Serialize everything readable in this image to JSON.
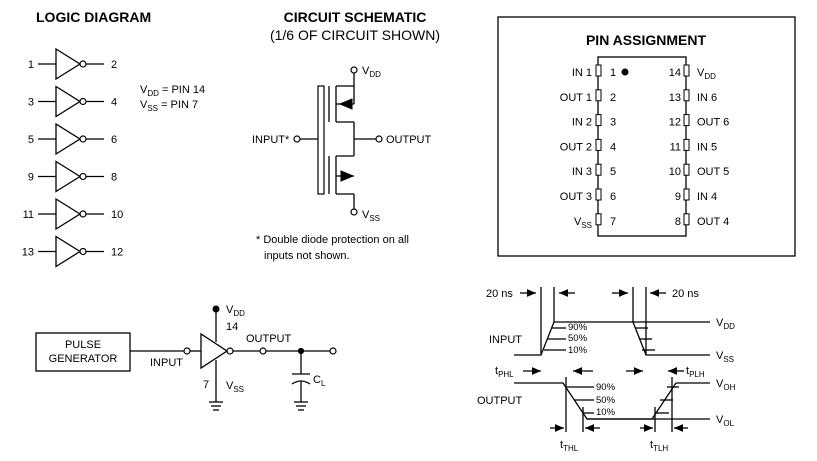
{
  "logic": {
    "title": "LOGIC DIAGRAM",
    "inverters": [
      {
        "in": "1",
        "out": "2"
      },
      {
        "in": "3",
        "out": "4"
      },
      {
        "in": "5",
        "out": "6"
      },
      {
        "in": "9",
        "out": "8"
      },
      {
        "in": "11",
        "out": "10"
      },
      {
        "in": "13",
        "out": "12"
      }
    ],
    "vdd_note": "V<sub>DD</sub> = PIN 14",
    "vdd_pre": "V",
    "vdd_sub": "DD",
    "vdd_post": " = PIN 14",
    "vss_pre": "V",
    "vss_sub": "SS",
    "vss_post": " = PIN 7"
  },
  "schematic": {
    "title": "CIRCUIT SCHEMATIC",
    "subtitle": "(1/6 OF CIRCUIT SHOWN)",
    "input_label": "INPUT*",
    "output_label": "OUTPUT",
    "vdd_main": "V",
    "vdd_sub": "DD",
    "vss_main": "V",
    "vss_sub": "SS",
    "note_line1": "* Double diode protection on all",
    "note_line2": "inputs not shown."
  },
  "pins": {
    "title": "PIN ASSIGNMENT",
    "left": [
      {
        "name": "IN 1",
        "num": "1"
      },
      {
        "name": "OUT 1",
        "num": "2"
      },
      {
        "name": "IN 2",
        "num": "3"
      },
      {
        "name": "OUT 2",
        "num": "4"
      },
      {
        "name": "IN 3",
        "num": "5"
      },
      {
        "name": "OUT 3",
        "num": "6"
      },
      {
        "name_main": "V",
        "name_sub": "SS",
        "num": "7"
      }
    ],
    "right": [
      {
        "num": "14",
        "name_main": "V",
        "name_sub": "DD"
      },
      {
        "num": "13",
        "name": "IN 6"
      },
      {
        "num": "12",
        "name": "OUT 6"
      },
      {
        "num": "11",
        "name": "IN 5"
      },
      {
        "num": "10",
        "name": "OUT 5"
      },
      {
        "num": "9",
        "name": "IN 4"
      },
      {
        "num": "8",
        "name": "OUT 4"
      }
    ]
  },
  "test_circuit": {
    "pulse_line1": "PULSE",
    "pulse_line2": "GENERATOR",
    "input_label": "INPUT",
    "output_label": "OUTPUT",
    "pin14": "14",
    "pin7": "7",
    "vdd_main": "V",
    "vdd_sub": "DD",
    "vss_main": "V",
    "vss_sub": "SS",
    "cl_main": "C",
    "cl_sub": "L"
  },
  "timing": {
    "t_rise_label": "20 ns",
    "t_fall_label": "20 ns",
    "input_label": "INPUT",
    "output_label": "OUTPUT",
    "pct_in": [
      "90%",
      "50%",
      "10%"
    ],
    "pct_out": [
      "90%",
      "50%",
      "10%"
    ],
    "vdd_main": "V",
    "vdd_sub": "DD",
    "vss_main": "V",
    "vss_sub": "SS",
    "voh_main": "V",
    "voh_sub": "OH",
    "vol_main": "V",
    "vol_sub": "OL",
    "tphl_main": "t",
    "tphl_sub": "PHL",
    "tplh_main": "t",
    "tplh_sub": "PLH",
    "tthl_main": "t",
    "tthl_sub": "THL",
    "ttlh_main": "t",
    "ttlh_sub": "TLH"
  }
}
